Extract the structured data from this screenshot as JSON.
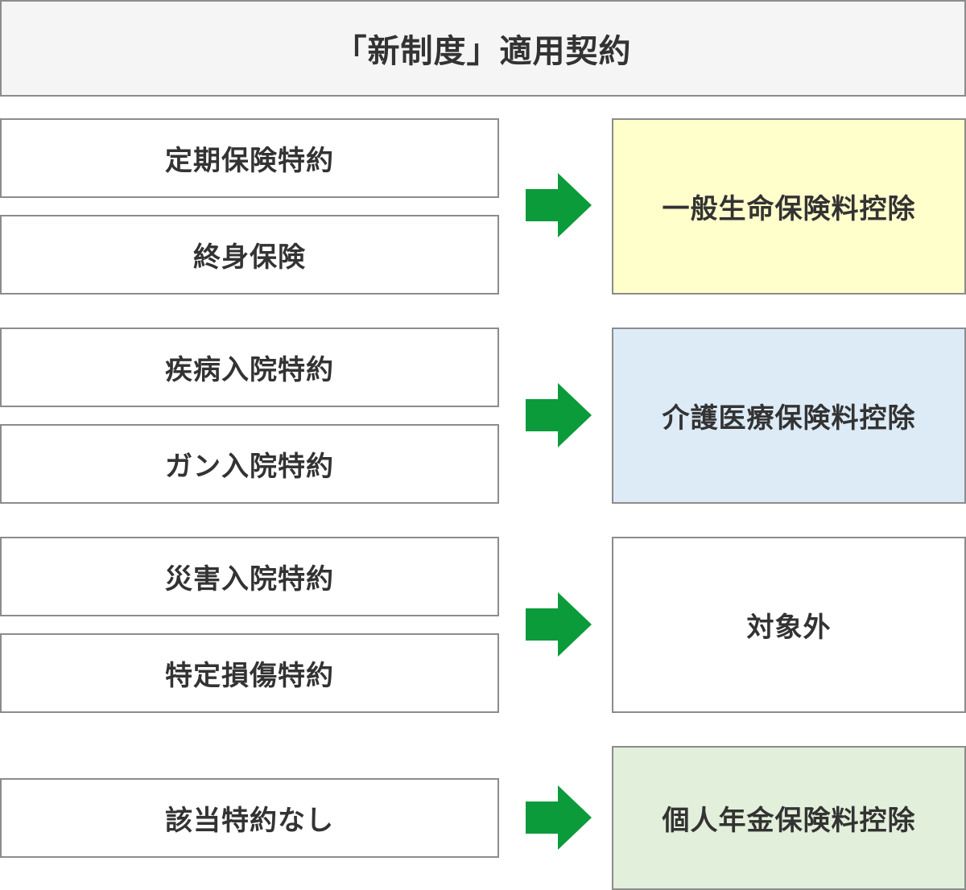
{
  "header": {
    "title": "「新制度」適用契約"
  },
  "rows": [
    {
      "sources": [
        "定期保険特約",
        "終身保険"
      ],
      "target": {
        "label": "一般生命保険料控除",
        "color": "#ffffcc"
      }
    },
    {
      "sources": [
        "疾病入院特約",
        "ガン入院特約"
      ],
      "target": {
        "label": "介護医療保険料控除",
        "color": "#ddebf7"
      }
    },
    {
      "sources": [
        "災害入院特約",
        "特定損傷特約"
      ],
      "target": {
        "label": "対象外",
        "color": "#ffffff"
      }
    },
    {
      "sources": [
        "該当特約なし"
      ],
      "target": {
        "label": "個人年金保険料控除",
        "color": "#e2efda"
      }
    }
  ],
  "colors": {
    "arrow": "#0b9b3a",
    "border": "#8c8c8c",
    "header_bg": "#f5f5f5"
  },
  "icons": {
    "arrow": "right-arrow-icon"
  }
}
